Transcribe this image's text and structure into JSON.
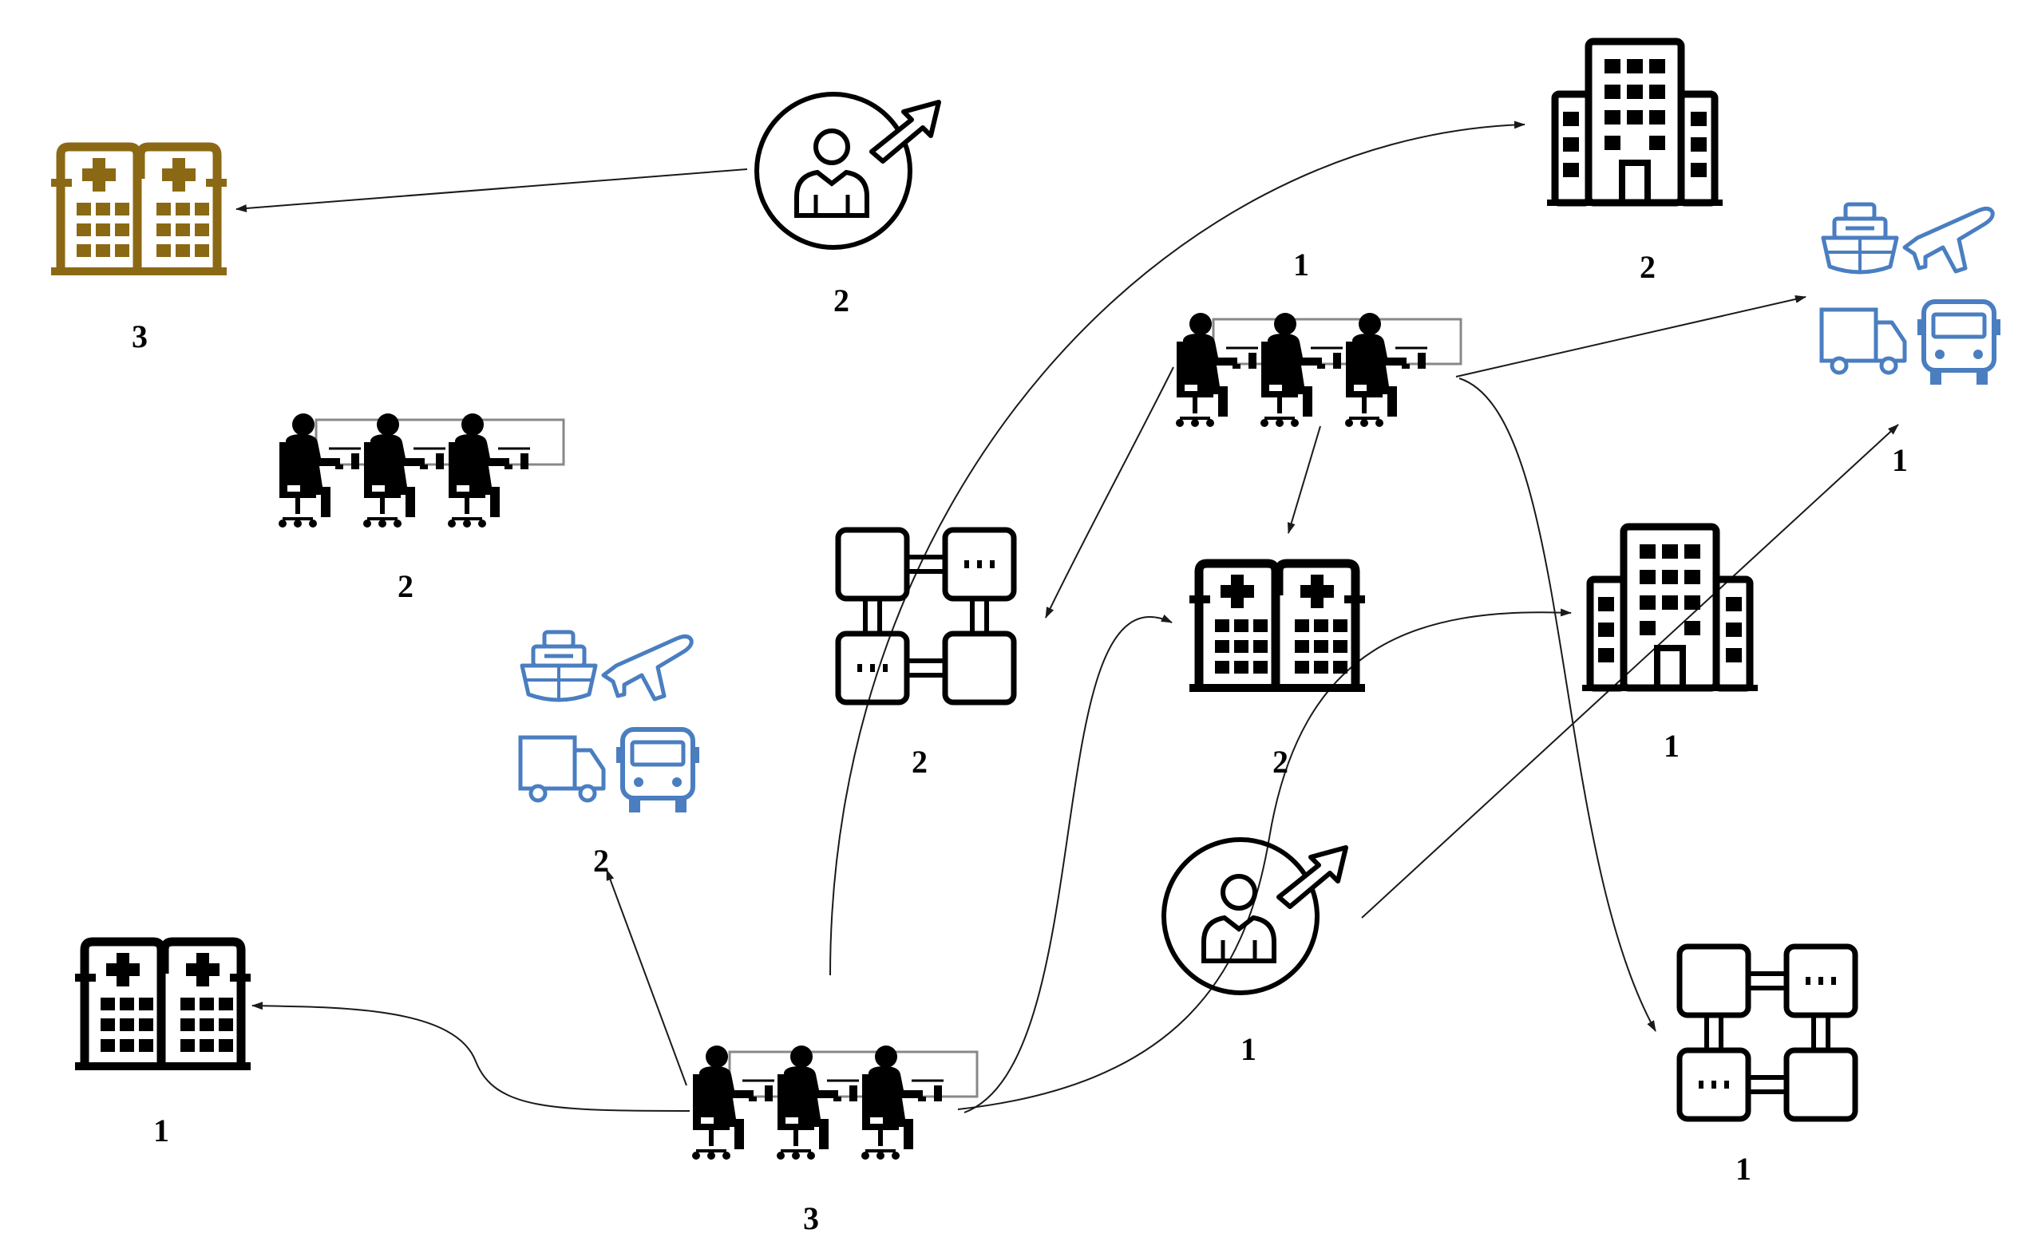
{
  "colors": {
    "black": "#000000",
    "gold": "#8B6914",
    "blue": "#4A7EC0",
    "edge": "#1a1a1a"
  },
  "nodes": {
    "hospital_3": {
      "label": "3",
      "icon": "hospital-icon",
      "color": "gold"
    },
    "person_2": {
      "label": "2",
      "icon": "person-referral-icon"
    },
    "office_2": {
      "label": "2",
      "icon": "office-building-icon"
    },
    "team_top_1": {
      "label": "1",
      "icon": "workstation-team-icon"
    },
    "transport_1": {
      "label": "1",
      "icon": "transport-icon",
      "color": "blue"
    },
    "team_2": {
      "label": "2",
      "icon": "workstation-team-icon"
    },
    "transport_2": {
      "label": "2",
      "icon": "transport-icon",
      "color": "blue"
    },
    "network_2": {
      "label": "2",
      "icon": "network-nodes-icon"
    },
    "hospital_2": {
      "label": "2",
      "icon": "hospital-icon"
    },
    "office_1": {
      "label": "1",
      "icon": "office-building-icon"
    },
    "person_1": {
      "label": "1",
      "icon": "person-referral-icon"
    },
    "hospital_1": {
      "label": "1",
      "icon": "hospital-icon"
    },
    "team_3": {
      "label": "3",
      "icon": "workstation-team-icon"
    },
    "network_1": {
      "label": "1",
      "icon": "network-nodes-icon"
    }
  },
  "edges": [
    {
      "from": "person_2",
      "to": "hospital_3"
    },
    {
      "from": "team_3",
      "to": "office_2"
    },
    {
      "from": "team_top_1",
      "to": "transport_1"
    },
    {
      "from": "team_top_1",
      "to": "network_2"
    },
    {
      "from": "team_top_1",
      "to": "hospital_2"
    },
    {
      "from": "team_top_1",
      "to": "network_1"
    },
    {
      "from": "team_3",
      "to": "hospital_1"
    },
    {
      "from": "team_3",
      "to": "transport_2"
    },
    {
      "from": "team_3",
      "to": "hospital_2"
    },
    {
      "from": "team_3",
      "to": "office_1"
    },
    {
      "from": "person_1",
      "to": "transport_1"
    }
  ]
}
